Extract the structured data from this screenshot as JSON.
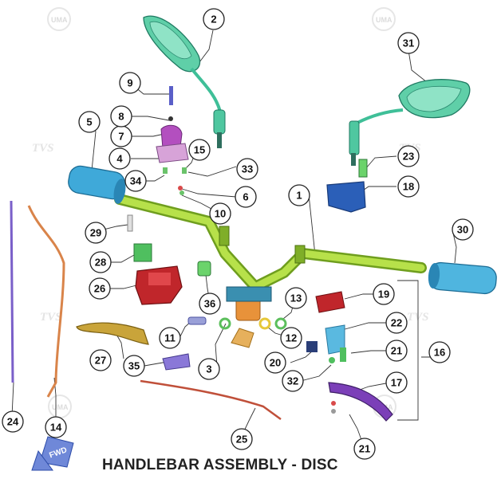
{
  "title": "HANDLEBAR ASSEMBLY - DISC",
  "fwd_label": "FWD",
  "watermarks": {
    "logo_text": "UMA",
    "brand_text": "TVS"
  },
  "callouts": [
    {
      "id": "c1",
      "label": "1"
    },
    {
      "id": "c2",
      "label": "2"
    },
    {
      "id": "c3",
      "label": "3"
    },
    {
      "id": "c4",
      "label": "4"
    },
    {
      "id": "c5",
      "label": "5"
    },
    {
      "id": "c6",
      "label": "6"
    },
    {
      "id": "c7",
      "label": "7"
    },
    {
      "id": "c8",
      "label": "8"
    },
    {
      "id": "c9",
      "label": "9"
    },
    {
      "id": "c10",
      "label": "10"
    },
    {
      "id": "c11",
      "label": "11"
    },
    {
      "id": "c12",
      "label": "12"
    },
    {
      "id": "c13",
      "label": "13"
    },
    {
      "id": "c14",
      "label": "14"
    },
    {
      "id": "c15",
      "label": "15"
    },
    {
      "id": "c16",
      "label": "16"
    },
    {
      "id": "c17",
      "label": "17"
    },
    {
      "id": "c18",
      "label": "18"
    },
    {
      "id": "c19",
      "label": "19"
    },
    {
      "id": "c20",
      "label": "20"
    },
    {
      "id": "c21a",
      "label": "21"
    },
    {
      "id": "c21b",
      "label": "21"
    },
    {
      "id": "c22",
      "label": "22"
    },
    {
      "id": "c23",
      "label": "23"
    },
    {
      "id": "c24",
      "label": "24"
    },
    {
      "id": "c25",
      "label": "25"
    },
    {
      "id": "c26",
      "label": "26"
    },
    {
      "id": "c27",
      "label": "27"
    },
    {
      "id": "c28",
      "label": "28"
    },
    {
      "id": "c29",
      "label": "29"
    },
    {
      "id": "c30",
      "label": "30"
    },
    {
      "id": "c31",
      "label": "31"
    },
    {
      "id": "c32",
      "label": "32"
    },
    {
      "id": "c33",
      "label": "33"
    },
    {
      "id": "c34",
      "label": "34"
    },
    {
      "id": "c35",
      "label": "35"
    },
    {
      "id": "c36",
      "label": "36"
    }
  ],
  "colors": {
    "handlebar": "#9acd32",
    "mirror": "#5fcfa8",
    "grip": "#3fa9d9",
    "master_cylinder": "#c0262b",
    "cable_orange": "#d9844a",
    "cable_purple": "#7a5fc9",
    "lever": "#7b3fb8",
    "switch_purple": "#b34fbf",
    "clutch_lever": "#b08a2a"
  }
}
